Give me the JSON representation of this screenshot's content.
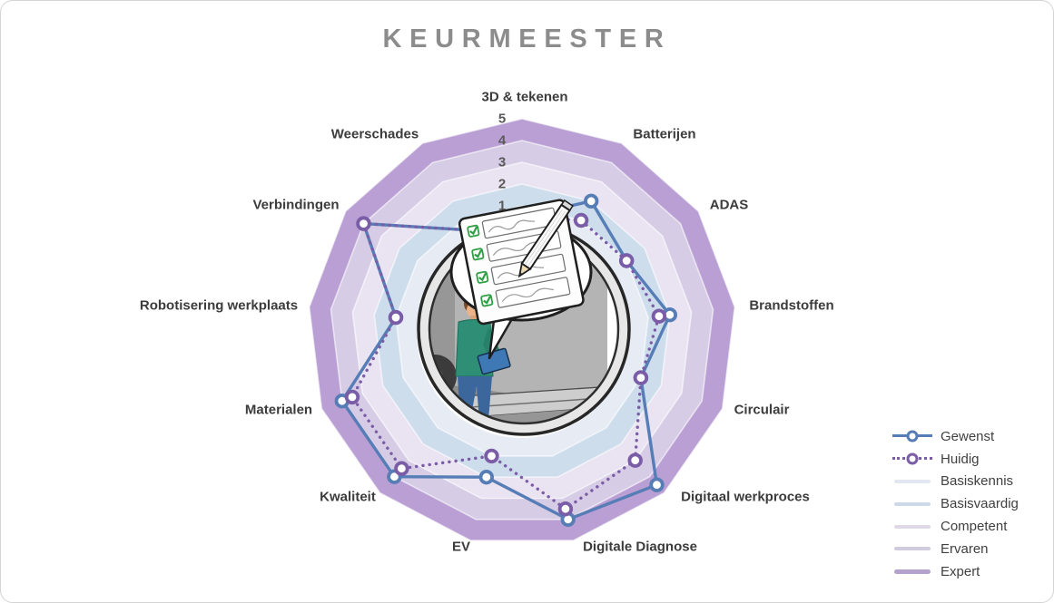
{
  "title": "KEURMEESTER",
  "chart_data": {
    "type": "radar",
    "title": "KEURMEESTER",
    "categories": [
      "3D & tekenen",
      "Batterijen",
      "ADAS",
      "Brandstoffen",
      "Circulair",
      "Digitaal werkproces",
      "Digitale Diagnose",
      "EV",
      "Kwaliteit",
      "Materialen",
      "Robotisering werkplaats",
      "Verbindingen",
      "Weerschades"
    ],
    "axis": {
      "min": 0,
      "max": 5,
      "ticks": [
        "1",
        "2",
        "3",
        "4",
        "5"
      ]
    },
    "series": [
      {
        "name": "Gewenst",
        "style": "solid",
        "color": "#567db5",
        "values": [
          0.5,
          2,
          1,
          2,
          1,
          4.5,
          4,
          2,
          4,
          4,
          1,
          4,
          0.5
        ]
      },
      {
        "name": "Huidig",
        "style": "dotted",
        "color": "#7a5ca7",
        "values": [
          0.5,
          1,
          1,
          1.5,
          1,
          3,
          3.5,
          1,
          3.5,
          3.5,
          1,
          4,
          0.5
        ]
      }
    ],
    "rings": [
      {
        "name": "Basiskennis",
        "level": 1,
        "color": "#e7ecf4"
      },
      {
        "name": "Basisvaardig",
        "level": 2,
        "color": "#cdddec"
      },
      {
        "name": "Competent",
        "level": 3,
        "color": "#eae3f1"
      },
      {
        "name": "Ervaren",
        "level": 4,
        "color": "#d6cce5"
      },
      {
        "name": "Expert",
        "level": 5,
        "color": "#b99fd4"
      }
    ],
    "legend_position": "right"
  },
  "legend": {
    "items": [
      {
        "label": "Gewenst",
        "swatch": "series-solid",
        "color": "#567db5"
      },
      {
        "label": "Huidig",
        "swatch": "series-dotted",
        "color": "#7a5ca7"
      },
      {
        "label": "Basiskennis",
        "swatch": "band",
        "color": "#e2e6f0"
      },
      {
        "label": "Basisvaardig",
        "swatch": "band",
        "color": "#ccd9e8"
      },
      {
        "label": "Competent",
        "swatch": "band",
        "color": "#dfd9e7"
      },
      {
        "label": "Ervaren",
        "swatch": "band",
        "color": "#d1cbde"
      },
      {
        "label": "Expert",
        "swatch": "band",
        "color": "#b4a1ce",
        "thick": true
      }
    ]
  }
}
